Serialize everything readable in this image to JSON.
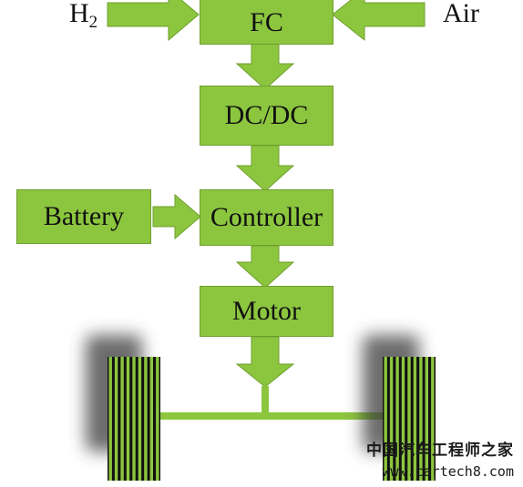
{
  "nodes": {
    "fc": "FC",
    "dcdc": "DC/DC",
    "battery": "Battery",
    "controller": "Controller",
    "motor": "Motor"
  },
  "inputs": {
    "h2_main": "H",
    "h2_sub": "2",
    "air": "Air"
  },
  "colors": {
    "box_fill": "#8cc63f",
    "box_border": "#6f9e2e",
    "tire_stripe": "#8cc63f",
    "tire_dark": "#111111"
  },
  "watermark": {
    "cn": "中国汽车工程师之家",
    "url": "www.cartech8.com"
  }
}
